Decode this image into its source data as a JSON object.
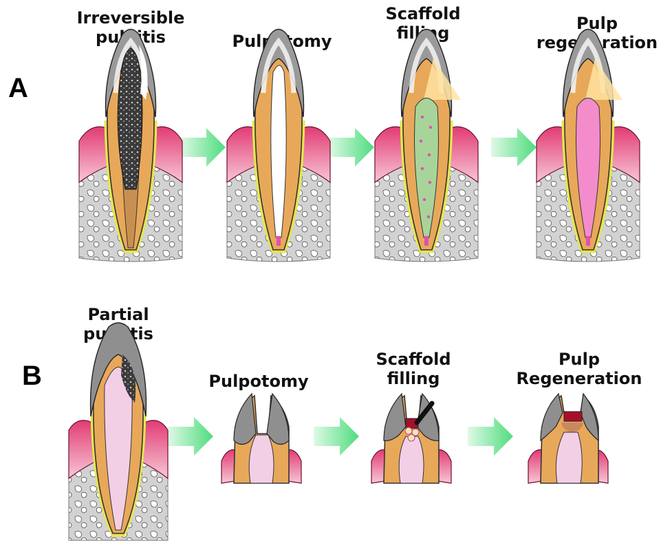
{
  "panels": [
    {
      "letter": "A",
      "steps": [
        {
          "label_lines": [
            "Irreversible",
            "pulpitis"
          ]
        },
        {
          "label_lines": [
            "Pulpetomy"
          ]
        },
        {
          "label_lines": [
            "Scaffold",
            "filling"
          ]
        },
        {
          "label_lines": [
            "Pulp",
            "regeneration"
          ]
        }
      ]
    },
    {
      "letter": "B",
      "steps": [
        {
          "label_lines": [
            "Partial",
            "pulpitis"
          ]
        },
        {
          "label_lines": [
            "Pulpotomy"
          ]
        },
        {
          "label_lines": [
            "Scaffold",
            "filling"
          ]
        },
        {
          "label_lines": [
            "Pulp",
            "Regeneration"
          ]
        }
      ]
    }
  ],
  "colors": {
    "arrow": "#5fe08a",
    "dentin": "#e8a85a",
    "enamel": "#9a9a9a",
    "gum": "#e8487a",
    "bone": "#d9d9d9",
    "pulp_b": "#f3cfe6",
    "scaffold": "#9cc98c",
    "regenerated_pulp": "#f48ccb",
    "cap": "#a8102a"
  },
  "icons": {
    "arrow": "arrow-right-icon"
  }
}
